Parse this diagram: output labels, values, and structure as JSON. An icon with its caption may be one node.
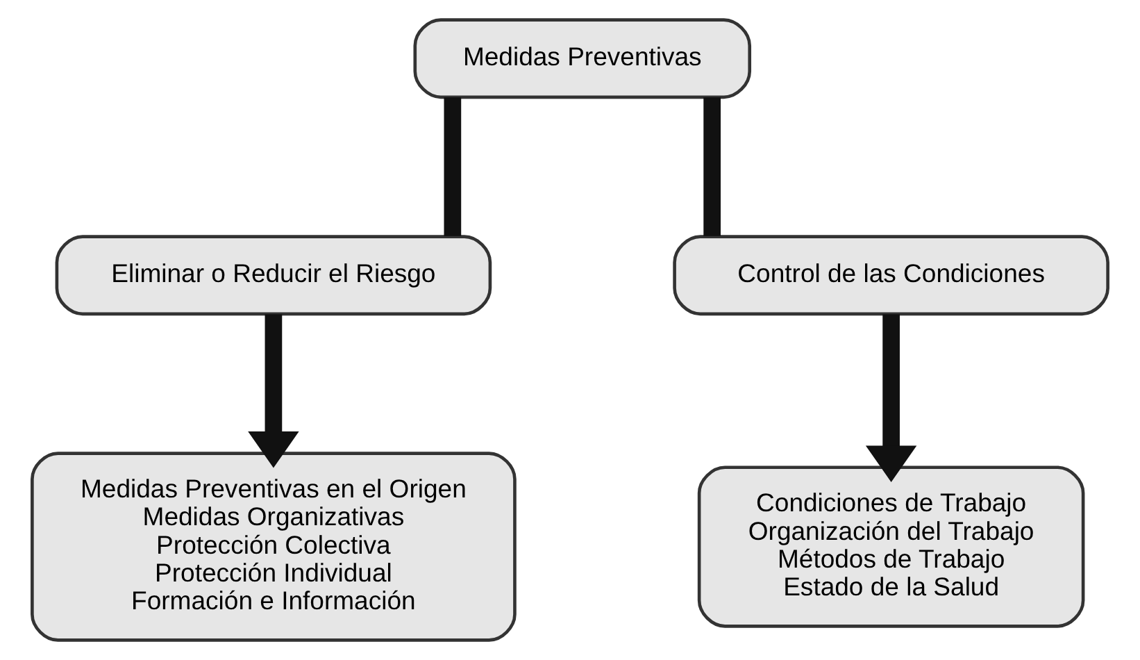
{
  "diagram": {
    "nodes": [
      {
        "text": [
          "Medidas Preventivas"
        ]
      },
      {
        "text": [
          "Eliminar o Reducir el Riesgo"
        ]
      },
      {
        "text": [
          "Control de las Condiciones"
        ]
      },
      {
        "text": [
          "Medidas Preventivas en el Origen",
          "Medidas Organizativas",
          "Protección Colectiva",
          "Protección Individual",
          "Formación e Información"
        ]
      },
      {
        "text": [
          "Condiciones de Trabajo",
          "Organización del Trabajo",
          "Métodos de Trabajo",
          "Estado de la Salud"
        ]
      }
    ],
    "edges": [
      {
        "from": 0,
        "to": 1,
        "arrow": "none"
      },
      {
        "from": 0,
        "to": 2,
        "arrow": "none"
      },
      {
        "from": 1,
        "to": 3,
        "arrow": "to"
      },
      {
        "from": 2,
        "to": 4,
        "arrow": "to"
      }
    ]
  }
}
